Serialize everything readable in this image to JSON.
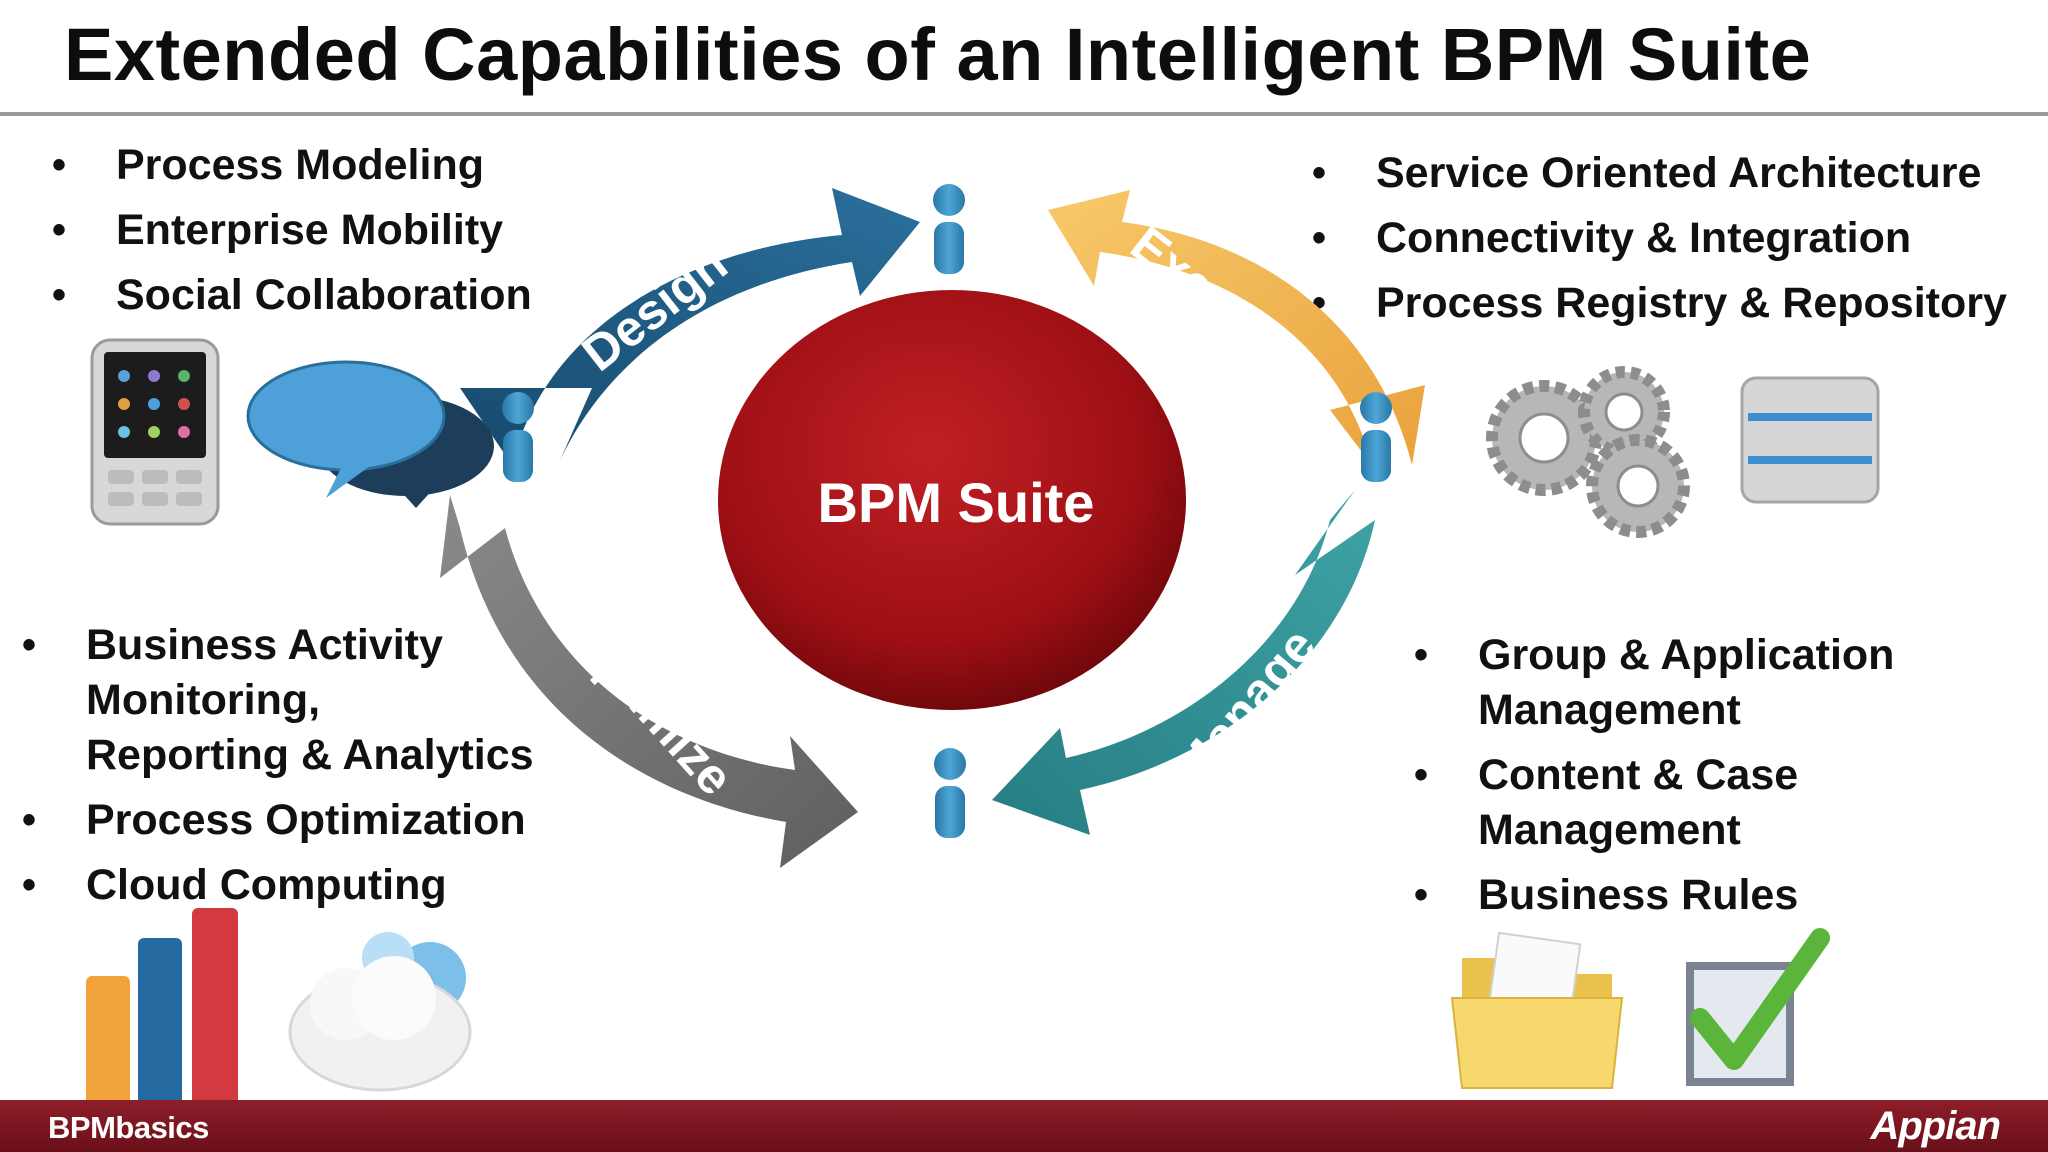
{
  "title": "Extended Capabilities of an Intelligent BPM Suite",
  "center_label": "BPM Suite",
  "cycle": {
    "design": "Design",
    "execute": "Execute",
    "manage": "Manage",
    "optimize": "Optimize"
  },
  "quadrants": {
    "top_left": [
      "Process Modeling",
      "Enterprise Mobility",
      "Social Collaboration"
    ],
    "top_right": [
      "Service Oriented Architecture",
      "Connectivity & Integration",
      "Process Registry & Repository"
    ],
    "bottom_left": [
      "Business Activity\nMonitoring,\nReporting & Analytics",
      "Process Optimization",
      "Cloud Computing"
    ],
    "bottom_right": [
      "Group & Application\nManagement",
      "Content & Case\nManagement",
      "Business Rules"
    ]
  },
  "footer": {
    "left": "BPMbasics",
    "right": "Appian"
  },
  "colors": {
    "design": "#1f5d86",
    "execute": "#f0b24e",
    "manage": "#2f8f93",
    "optimize": "#7a7a7a",
    "center": "#9e0f14",
    "footer": "#7b1620",
    "person": "#3a88b6"
  },
  "icons": [
    "smartphone-icon",
    "speech-bubbles-icon",
    "gears-icon",
    "database-icon",
    "bar-chart-icon",
    "cloud-icon",
    "folder-icon",
    "checkbox-icon"
  ]
}
